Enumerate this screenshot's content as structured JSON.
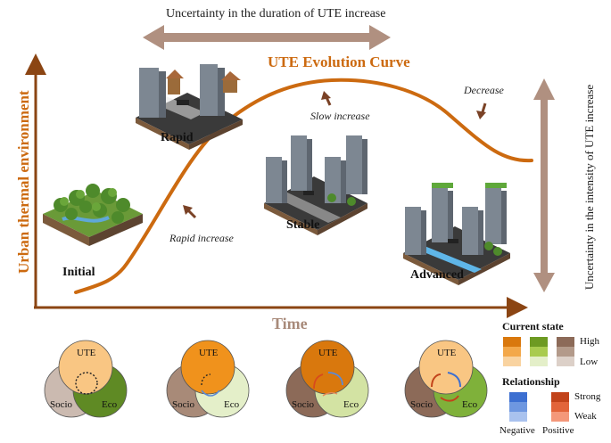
{
  "top_arrow_label": "Uncertainty in the duration of UTE increase",
  "curve_title": "UTE Evolution Curve",
  "y_axis_label": "Urban thermal environment",
  "x_axis_label": "Time",
  "right_arrow_label": "Uncertainty in the intensity of UTE increase",
  "stages": {
    "initial": "Initial",
    "rapid": "Rapid",
    "stable": "Stable",
    "advanced": "Advanced"
  },
  "phases": {
    "rapid_increase": "Rapid increase",
    "slow_increase": "Slow increase",
    "decrease": "Decrease"
  },
  "venn": [
    {
      "ute": "UTE",
      "socio": "Socio",
      "eco": "Eco",
      "ute_color": "#f9c683",
      "socio_color": "#cbbab0",
      "eco_color": "#5f8a24"
    },
    {
      "ute": "UTE",
      "socio": "Socio",
      "eco": "Eco",
      "ute_color": "#f0921c",
      "socio_color": "#a88a78",
      "eco_color": "#e4efc9"
    },
    {
      "ute": "UTE",
      "socio": "Socio",
      "eco": "Eco",
      "ute_color": "#d9780d",
      "socio_color": "#8c6a58",
      "eco_color": "#d3e3a3"
    },
    {
      "ute": "UTE",
      "socio": "Socio",
      "eco": "Eco",
      "ute_color": "#f9c683",
      "socio_color": "#8c6a58",
      "eco_color": "#7fb13a"
    }
  ],
  "legend": {
    "current_state_title": "Current state",
    "high": "High",
    "low": "Low",
    "relationship_title": "Relationship",
    "strong": "Strong",
    "weak": "Weak",
    "negative": "Negative",
    "positive": "Positive",
    "ute_scale": [
      "#d9780d",
      "#f3a84a",
      "#f9d3a0"
    ],
    "eco_scale": [
      "#6d9a22",
      "#a9cb4f",
      "#e4efc9"
    ],
    "socio_scale": [
      "#8c6a58",
      "#b39a8a",
      "#dcd0c8"
    ],
    "negative_scale": [
      "#3c6fd1",
      "#6e97e0",
      "#a9c2ee"
    ],
    "positive_scale": [
      "#c2431a",
      "#e2643a",
      "#f4987a"
    ]
  },
  "colors": {
    "curve": "#cc6a10",
    "axis": "#8b4513",
    "beige_arrow": "#b09080",
    "title_orange": "#cc6a10",
    "time_label": "#a88a7a"
  }
}
